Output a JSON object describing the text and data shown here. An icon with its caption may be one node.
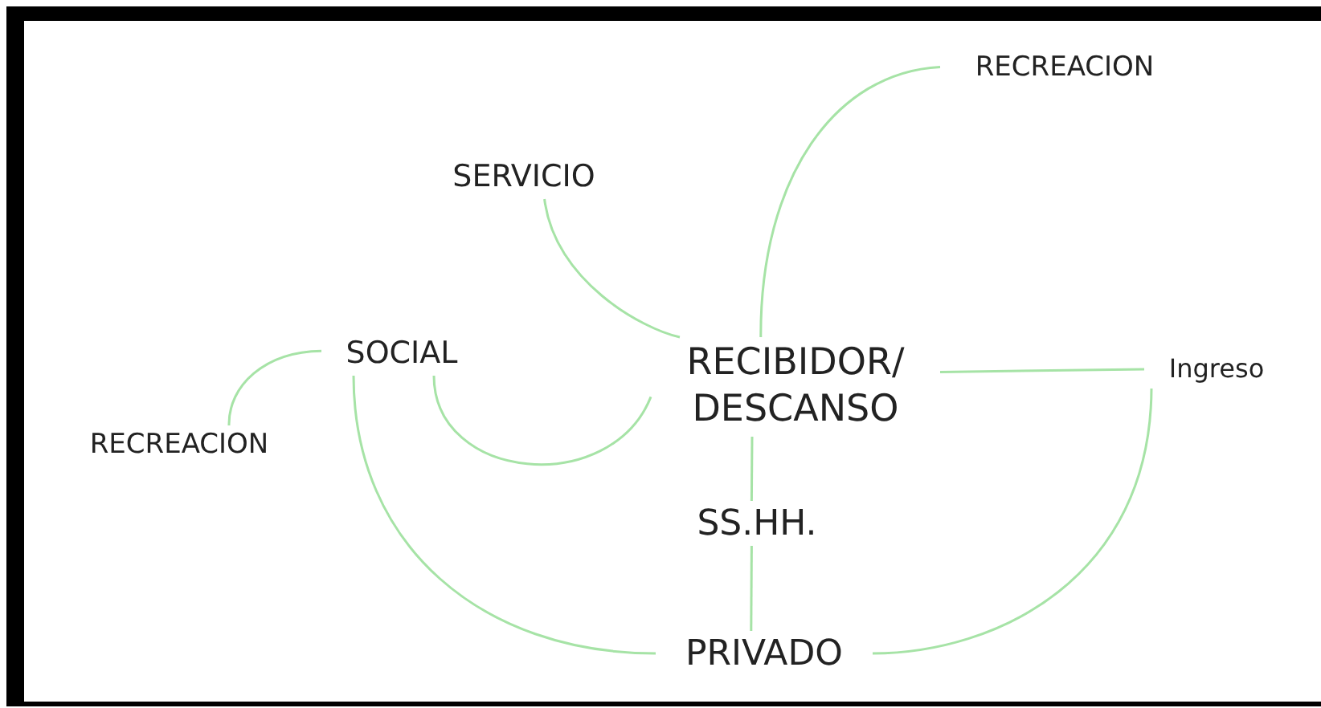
{
  "diagram": {
    "nodes": [
      {
        "text": [
          "RECREACION"
        ]
      },
      {
        "text": [
          "SERVICIO"
        ]
      },
      {
        "text": [
          "SOCIAL"
        ]
      },
      {
        "text": [
          "RECIBIDOR/ DESCANSO"
        ]
      },
      {
        "text": [
          "Ingreso"
        ]
      },
      {
        "text": [
          "RECREACION"
        ]
      },
      {
        "text": [
          "SS.HH."
        ]
      },
      {
        "text": [
          "PRIVADO"
        ]
      }
    ],
    "edges": [
      {
        "from": 3,
        "to": 0,
        "arrow": "none"
      },
      {
        "from": 1,
        "to": 3,
        "arrow": "none"
      },
      {
        "from": 2,
        "to": 5,
        "arrow": "none"
      },
      {
        "from": 2,
        "to": 3,
        "arrow": "none"
      },
      {
        "from": 3,
        "to": 4,
        "arrow": "none"
      },
      {
        "from": 4,
        "to": 7,
        "arrow": "none"
      },
      {
        "from": 2,
        "to": 7,
        "arrow": "none"
      },
      {
        "from": 3,
        "to": 6,
        "arrow": "none"
      },
      {
        "from": 6,
        "to": 7,
        "arrow": "none"
      }
    ]
  }
}
